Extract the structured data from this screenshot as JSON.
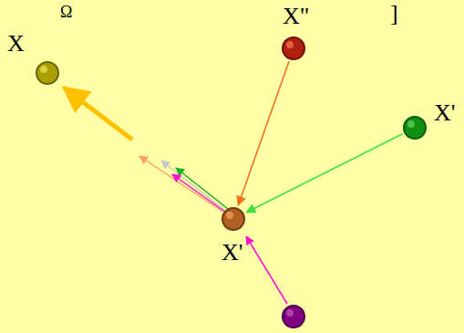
{
  "diagram": {
    "nodes": [
      {
        "text": [
          "X"
        ]
      },
      {
        "text": [
          "X\""
        ]
      },
      {
        "text": [
          "X'"
        ]
      },
      {
        "text": [
          "X'"
        ]
      }
    ],
    "edges": [
      {
        "from": 1,
        "to": 3,
        "arrow": "to"
      },
      {
        "from": 2,
        "to": 3,
        "arrow": "to"
      }
    ],
    "labels": [
      "Ω",
      "]"
    ]
  }
}
